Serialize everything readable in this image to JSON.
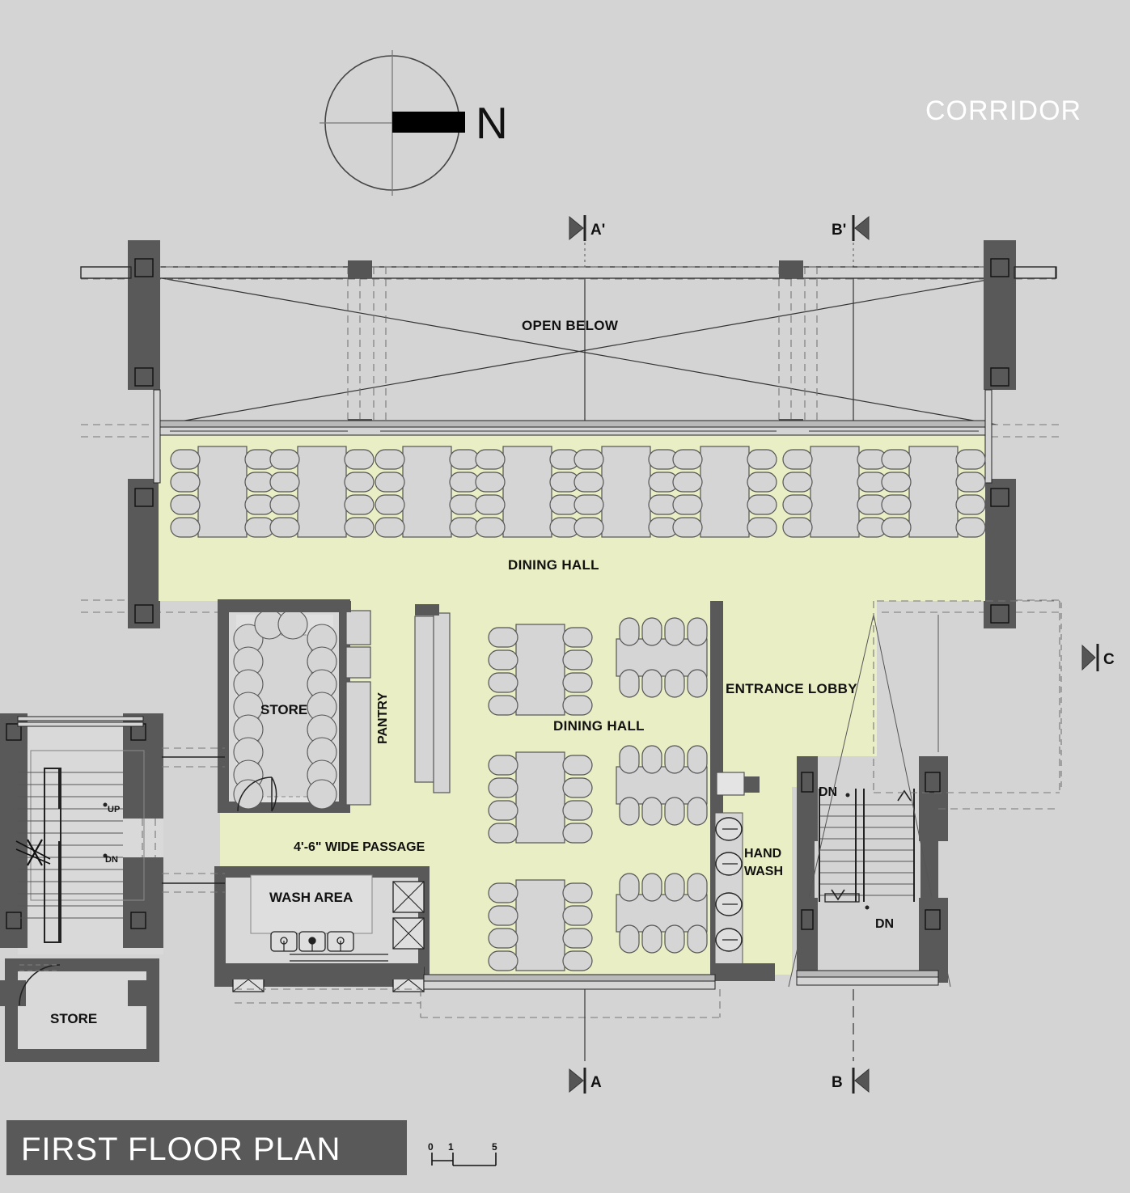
{
  "sheet": {
    "title": "FIRST FLOOR PLAN",
    "corridor_label": "CORRIDOR",
    "north_label": "N",
    "background_color": "#d4d4d4",
    "title_band_color": "#595959",
    "room_fill_color": "#eaeec4",
    "wall_color": "#595959",
    "furniture_color": "#d5d5d5"
  },
  "scale_bar": {
    "ticks": [
      "0",
      "1",
      "5"
    ]
  },
  "section_markers": [
    {
      "id": "marker-a-prime",
      "label": "A'",
      "direction": "left"
    },
    {
      "id": "marker-b-prime",
      "label": "B'",
      "direction": "right"
    },
    {
      "id": "marker-c",
      "label": "C",
      "direction": "left"
    },
    {
      "id": "marker-a",
      "label": "A",
      "direction": "left"
    },
    {
      "id": "marker-b",
      "label": "B",
      "direction": "right"
    }
  ],
  "rooms": [
    {
      "id": "open-below",
      "label": "OPEN BELOW"
    },
    {
      "id": "dining-hall-upper",
      "label": "DINING HALL"
    },
    {
      "id": "dining-hall-lower",
      "label": "DINING HALL"
    },
    {
      "id": "store-pantry",
      "label": "STORE"
    },
    {
      "id": "pantry",
      "label": "PANTRY"
    },
    {
      "id": "entrance-lobby",
      "label": "ENTRANCE LOBBY"
    },
    {
      "id": "hand-wash",
      "label": "HAND WASH",
      "line1": "HAND",
      "line2": "WASH"
    },
    {
      "id": "wash-area",
      "label": "WASH AREA"
    },
    {
      "id": "store-lower",
      "label": "STORE"
    },
    {
      "id": "passage",
      "label": "4'-6\" WIDE PASSAGE"
    }
  ],
  "stair_labels": [
    {
      "id": "stair-left-up",
      "label": "UP"
    },
    {
      "id": "stair-left-dn",
      "label": "DN"
    },
    {
      "id": "stair-right-dn-1",
      "label": "DN"
    },
    {
      "id": "stair-right-dn-2",
      "label": "DN"
    }
  ],
  "dining_tables": {
    "upper_row_count": 8,
    "chairs_per_table": 8,
    "lower_vertical_count": 3,
    "lower_horizontal_count": 3
  }
}
